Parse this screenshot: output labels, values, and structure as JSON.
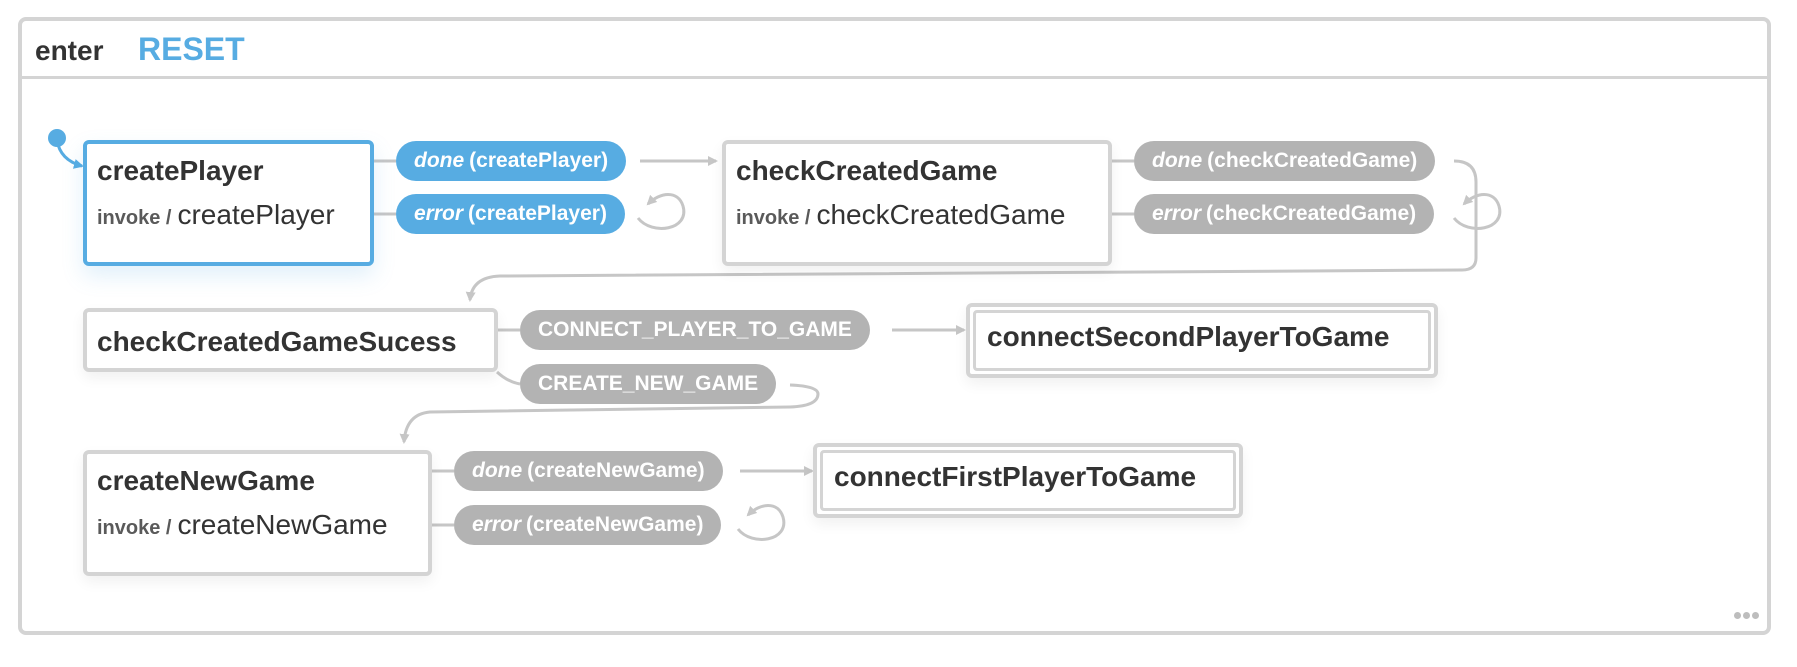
{
  "machine": {
    "id": "enter",
    "reset_event": "RESET"
  },
  "colors": {
    "active": "#57ace2",
    "inactive": "#b3b3b3",
    "border": "#d4d4d4",
    "text": "#333333"
  },
  "states": [
    {
      "key": "createPlayer",
      "name": "createPlayer",
      "invoke_label": "invoke /",
      "invoke_src": "createPlayer",
      "active": true
    },
    {
      "key": "checkCreatedGame",
      "name": "checkCreatedGame",
      "invoke_label": "invoke /",
      "invoke_src": "checkCreatedGame",
      "active": false
    },
    {
      "key": "checkCreatedGameSucess",
      "name": "checkCreatedGameSucess",
      "active": false
    },
    {
      "key": "connectSecondPlayerToGame",
      "name": "connectSecondPlayerToGame",
      "type": "final"
    },
    {
      "key": "createNewGame",
      "name": "createNewGame",
      "invoke_label": "invoke /",
      "invoke_src": "createNewGame",
      "active": false
    },
    {
      "key": "connectFirstPlayerToGame",
      "name": "connectFirstPlayerToGame",
      "type": "final"
    }
  ],
  "transitions": [
    {
      "keyword": "done",
      "event": "(createPlayer)",
      "from": "createPlayer",
      "to": "checkCreatedGame",
      "active": true
    },
    {
      "keyword": "error",
      "event": "(createPlayer)",
      "from": "createPlayer",
      "to": "createPlayer",
      "active": true
    },
    {
      "keyword": "done",
      "event": "(checkCreatedGame)",
      "from": "checkCreatedGame",
      "to": "checkCreatedGameSucess",
      "active": false
    },
    {
      "keyword": "error",
      "event": "(checkCreatedGame)",
      "from": "checkCreatedGame",
      "to": "checkCreatedGame",
      "active": false
    },
    {
      "keyword": "",
      "event": "CONNECT_PLAYER_TO_GAME",
      "from": "checkCreatedGameSucess",
      "to": "connectSecondPlayerToGame",
      "active": false
    },
    {
      "keyword": "",
      "event": "CREATE_NEW_GAME",
      "from": "checkCreatedGameSucess",
      "to": "createNewGame",
      "active": false
    },
    {
      "keyword": "done",
      "event": "(createNewGame)",
      "from": "createNewGame",
      "to": "connectFirstPlayerToGame",
      "active": false
    },
    {
      "keyword": "error",
      "event": "(createNewGame)",
      "from": "createNewGame",
      "to": "createNewGame",
      "active": false
    }
  ]
}
